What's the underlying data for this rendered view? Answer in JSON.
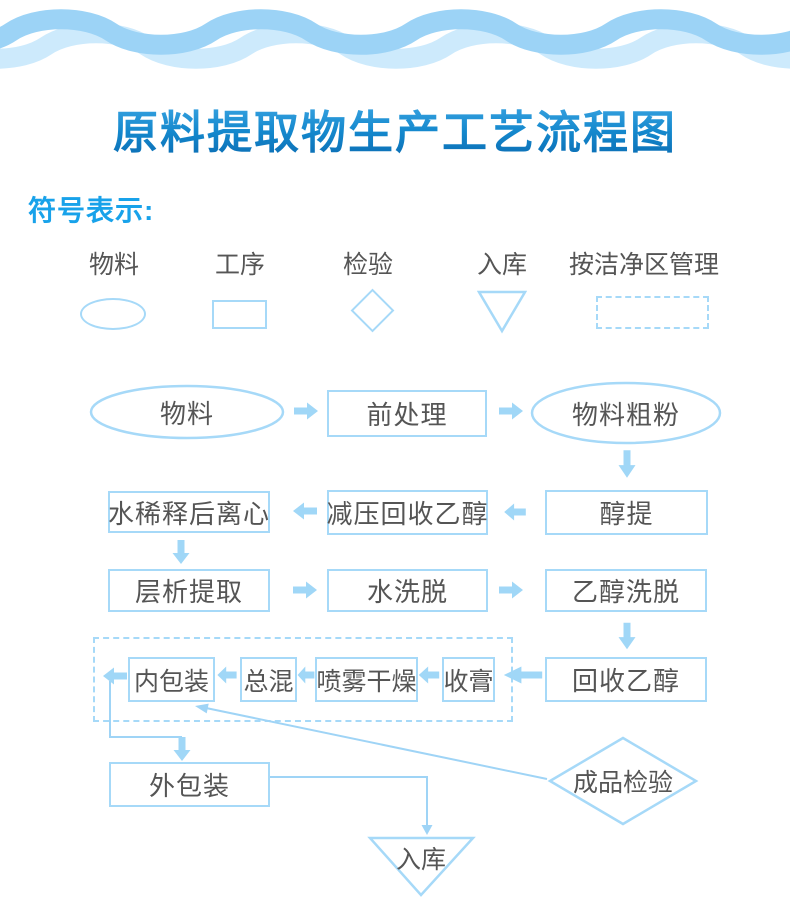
{
  "page": {
    "title_text": "原料提取物生产工艺流程图"
  },
  "legend": {
    "heading": "符号表示:",
    "items": [
      {
        "label": "物料",
        "shape": "ellipse"
      },
      {
        "label": "工序",
        "shape": "rect"
      },
      {
        "label": "检验",
        "shape": "diamond"
      },
      {
        "label": "入库",
        "shape": "triangle-down"
      },
      {
        "label": "按洁净区管理",
        "shape": "dashed-rect"
      }
    ]
  },
  "flow": {
    "nodes": {
      "wuliao": {
        "label": "物料",
        "shape": "ellipse"
      },
      "qianchuli": {
        "label": "前处理",
        "shape": "rect"
      },
      "wuliaocufen": {
        "label": "物料粗粉",
        "shape": "ellipse"
      },
      "chunti": {
        "label": "醇提",
        "shape": "rect"
      },
      "jianya": {
        "label": "减压回收乙醇",
        "shape": "rect"
      },
      "shuixishi": {
        "label": "水稀释后离心",
        "shape": "rect"
      },
      "cengxi": {
        "label": "层析提取",
        "shape": "rect"
      },
      "shuixituo": {
        "label": "水洗脱",
        "shape": "rect"
      },
      "yichunxituo": {
        "label": "乙醇洗脱",
        "shape": "rect"
      },
      "huishou": {
        "label": "回收乙醇",
        "shape": "rect"
      },
      "shougao": {
        "label": "收膏",
        "shape": "rect"
      },
      "penwu": {
        "label": "喷雾干燥",
        "shape": "rect"
      },
      "zonghun": {
        "label": "总混",
        "shape": "rect"
      },
      "neibaozhuang": {
        "label": "内包装",
        "shape": "rect"
      },
      "waibaozhuang": {
        "label": "外包装",
        "shape": "rect"
      },
      "chengpin": {
        "label": "成品检验",
        "shape": "diamond"
      },
      "ruku": {
        "label": "入库",
        "shape": "triangle-down"
      }
    },
    "clean_zone": {
      "border_style": "dashed",
      "meaning_legend_label": "按洁净区管理",
      "contains": [
        "neibaozhuang",
        "zonghun",
        "penwu",
        "shougao"
      ]
    },
    "edges": [
      {
        "from": "wuliao",
        "to": "qianchuli"
      },
      {
        "from": "qianchuli",
        "to": "wuliaocufen"
      },
      {
        "from": "wuliaocufen",
        "to": "chunti"
      },
      {
        "from": "chunti",
        "to": "jianya"
      },
      {
        "from": "jianya",
        "to": "shuixishi"
      },
      {
        "from": "shuixishi",
        "to": "cengxi"
      },
      {
        "from": "cengxi",
        "to": "shuixituo"
      },
      {
        "from": "shuixituo",
        "to": "yichunxituo"
      },
      {
        "from": "yichunxituo",
        "to": "huishou"
      },
      {
        "from": "huishou",
        "to": "shougao"
      },
      {
        "from": "shougao",
        "to": "penwu"
      },
      {
        "from": "penwu",
        "to": "zonghun"
      },
      {
        "from": "zonghun",
        "to": "neibaozhuang"
      },
      {
        "from": "neibaozhuang",
        "to": "waibaozhuang"
      },
      {
        "from": "waibaozhuang",
        "to": "ruku"
      },
      {
        "from": "chengpin",
        "to": "neibaozhuang"
      }
    ]
  },
  "colors": {
    "accent_blue": "#18a2ea",
    "shape_border": "#a6d9f8",
    "arrow_fill": "#a0d7f7",
    "node_text": "#555555",
    "title_gradient_top": "#44abe7",
    "title_gradient_bottom": "#0a6bb1",
    "wave_main": "#9cd3f6",
    "wave_light": "#cdeafc"
  }
}
